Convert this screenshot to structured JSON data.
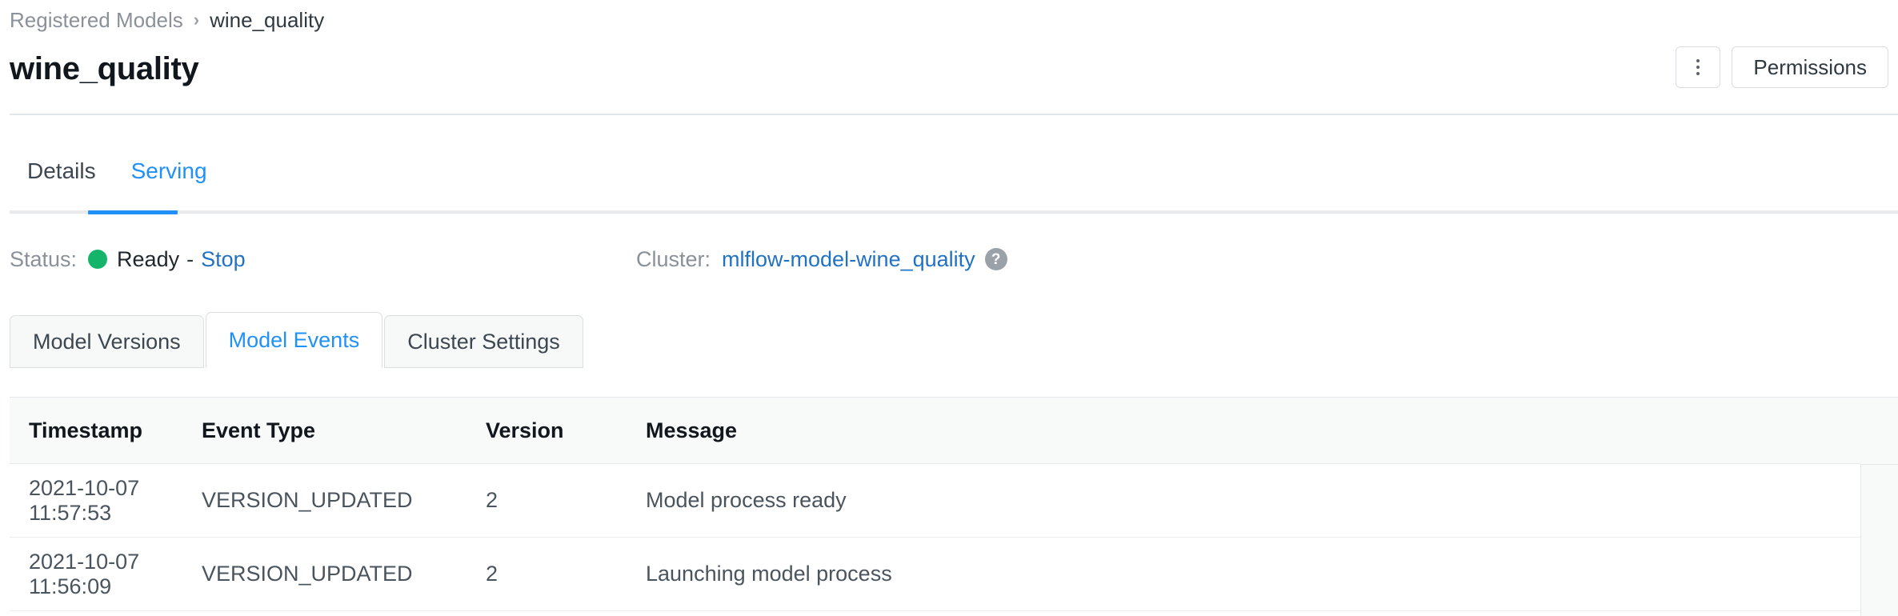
{
  "breadcrumb": {
    "parent": "Registered Models",
    "separator": "›",
    "current": "wine_quality"
  },
  "header": {
    "title": "wine_quality",
    "kebab_label": "⋮",
    "permissions_label": "Permissions"
  },
  "tabs": [
    {
      "label": "Details",
      "active": false
    },
    {
      "label": "Serving",
      "active": true
    }
  ],
  "status": {
    "label": "Status:",
    "value": "Ready",
    "dash": "-",
    "action_label": "Stop",
    "dot_color": "#15b46b"
  },
  "cluster": {
    "label": "Cluster:",
    "name": "mlflow-model-wine_quality",
    "help_glyph": "?"
  },
  "subtabs": [
    {
      "label": "Model Versions",
      "active": false
    },
    {
      "label": "Model Events",
      "active": true
    },
    {
      "label": "Cluster Settings",
      "active": false
    }
  ],
  "table": {
    "columns": [
      "Timestamp",
      "Event Type",
      "Version",
      "Message"
    ],
    "rows": [
      {
        "timestamp": "2021-10-07 11:57:53",
        "event_type": "VERSION_UPDATED",
        "version": "2",
        "message": "Model process ready"
      },
      {
        "timestamp": "2021-10-07 11:56:09",
        "event_type": "VERSION_UPDATED",
        "version": "2",
        "message": "Launching model process"
      }
    ]
  },
  "colors": {
    "accent": "#2091f7",
    "link": "#2272c4",
    "status_green": "#15b46b",
    "border": "#e3e6e8",
    "header_bg": "#f8f9f9"
  }
}
